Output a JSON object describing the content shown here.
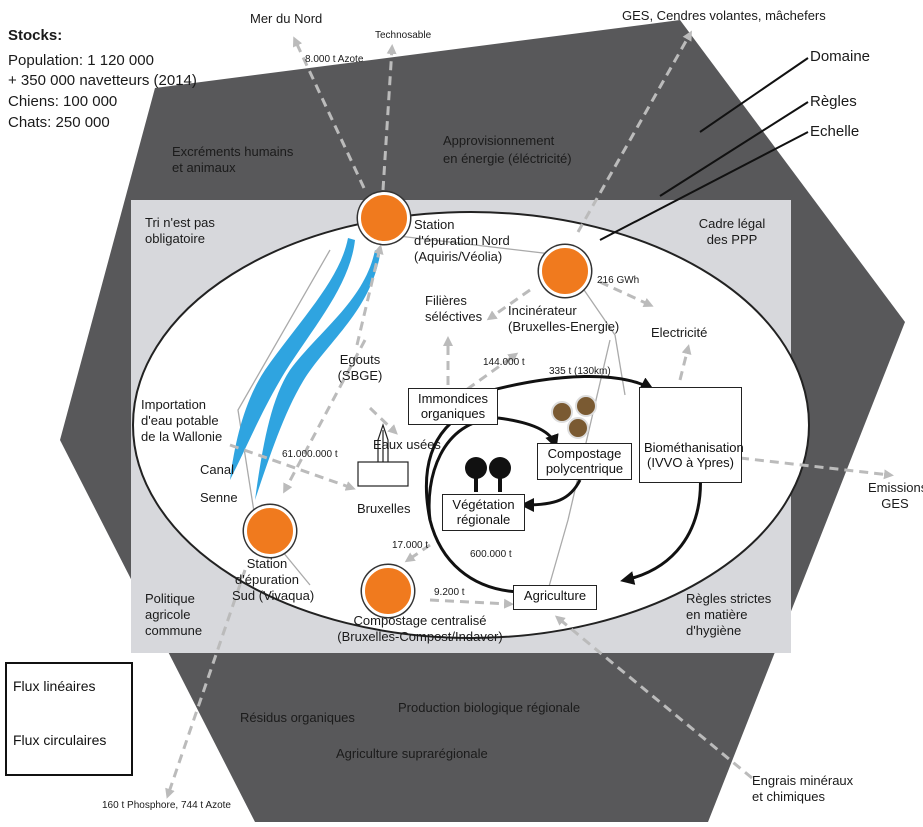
{
  "stocks": {
    "title": "Stocks:",
    "lines": [
      "Population: 1 120 000",
      "+ 350 000 navetteurs (2014)",
      "Chiens: 100 000",
      "Chats: 250 000"
    ]
  },
  "scale_labels": {
    "domaine": "Domaine",
    "regles": "Règles",
    "echelle": "Echelle"
  },
  "outer_ring": {
    "excrements": [
      "Excréments humains",
      "et animaux"
    ],
    "energie": [
      "Approvisionnement",
      "en énergie (éléctricité)"
    ],
    "residus": "Résidus organiques",
    "production": "Production biologique régionale",
    "agriculture_supra": "Agriculture suprarégionale"
  },
  "rules_ring": {
    "tri": [
      "Tri n'est pas",
      "obligatoire"
    ],
    "cadre": [
      "Cadre légal",
      "des PPP"
    ],
    "politique": [
      "Politique",
      "agricole",
      "commune"
    ],
    "regles_strictes": [
      "Règles strictes",
      "en matière",
      "d'hygiène"
    ]
  },
  "external": {
    "mer": "Mer du Nord",
    "technosable": "Technosable",
    "azote_8000": "8.000 t Azote",
    "ges_cendres": "GES, Cendres volantes, mâchefers",
    "emissions": [
      "Emissions",
      "GES"
    ],
    "phosphore": "160 t Phosphore, 744 t Azote",
    "engrais": [
      "Engrais minéraux",
      "et chimiques"
    ]
  },
  "nodes": {
    "station_nord": [
      "Station",
      "d'épuration Nord",
      "(Aquiris/Véolia)"
    ],
    "incinerateur": [
      "Incinérateur",
      "(Bruxelles-Energie)"
    ],
    "filieres": [
      "Filières",
      "séléctives"
    ],
    "electricite": "Electricité",
    "egouts": [
      "Egouts",
      "(SBGE)"
    ],
    "importation": [
      "Importation",
      "d'eau potable",
      "de la Wallonie"
    ],
    "eaux_usees": "Eaux usées",
    "canal": "Canal",
    "senne": "Senne",
    "bruxelles": "Bruxelles",
    "station_sud": [
      "Station",
      "d'épuration",
      "Sud (Vivaqua)"
    ],
    "compostage_central": [
      "Compostage centralisé",
      "(Bruxelles-Compost/Indaver)"
    ],
    "immondices": [
      "Immondices",
      "organiques"
    ],
    "compostage_poly": [
      "Compostage",
      "polycentrique"
    ],
    "vegetation": [
      "Végétation",
      "régionale"
    ],
    "biomethanisation": [
      "Biométhanisation",
      "(IVVO à Ypres)"
    ],
    "agriculture": "Agriculture"
  },
  "flows": {
    "gwh": "216 GWh",
    "t144": "144.000 t",
    "t335": "335 t (130km)",
    "t61m": "61.000.000 t",
    "t17": "17.000 t",
    "t600": "600.000 t",
    "t9200": "9.200 t"
  },
  "legend": {
    "lineaires": "Flux linéaires",
    "circulaires": "Flux circulaires"
  },
  "colors": {
    "outer": "#58585a",
    "inner": "#d7d8dc",
    "orange": "#f07a1e",
    "water": "#2fa4e0",
    "dash": "#bbbbbb"
  }
}
